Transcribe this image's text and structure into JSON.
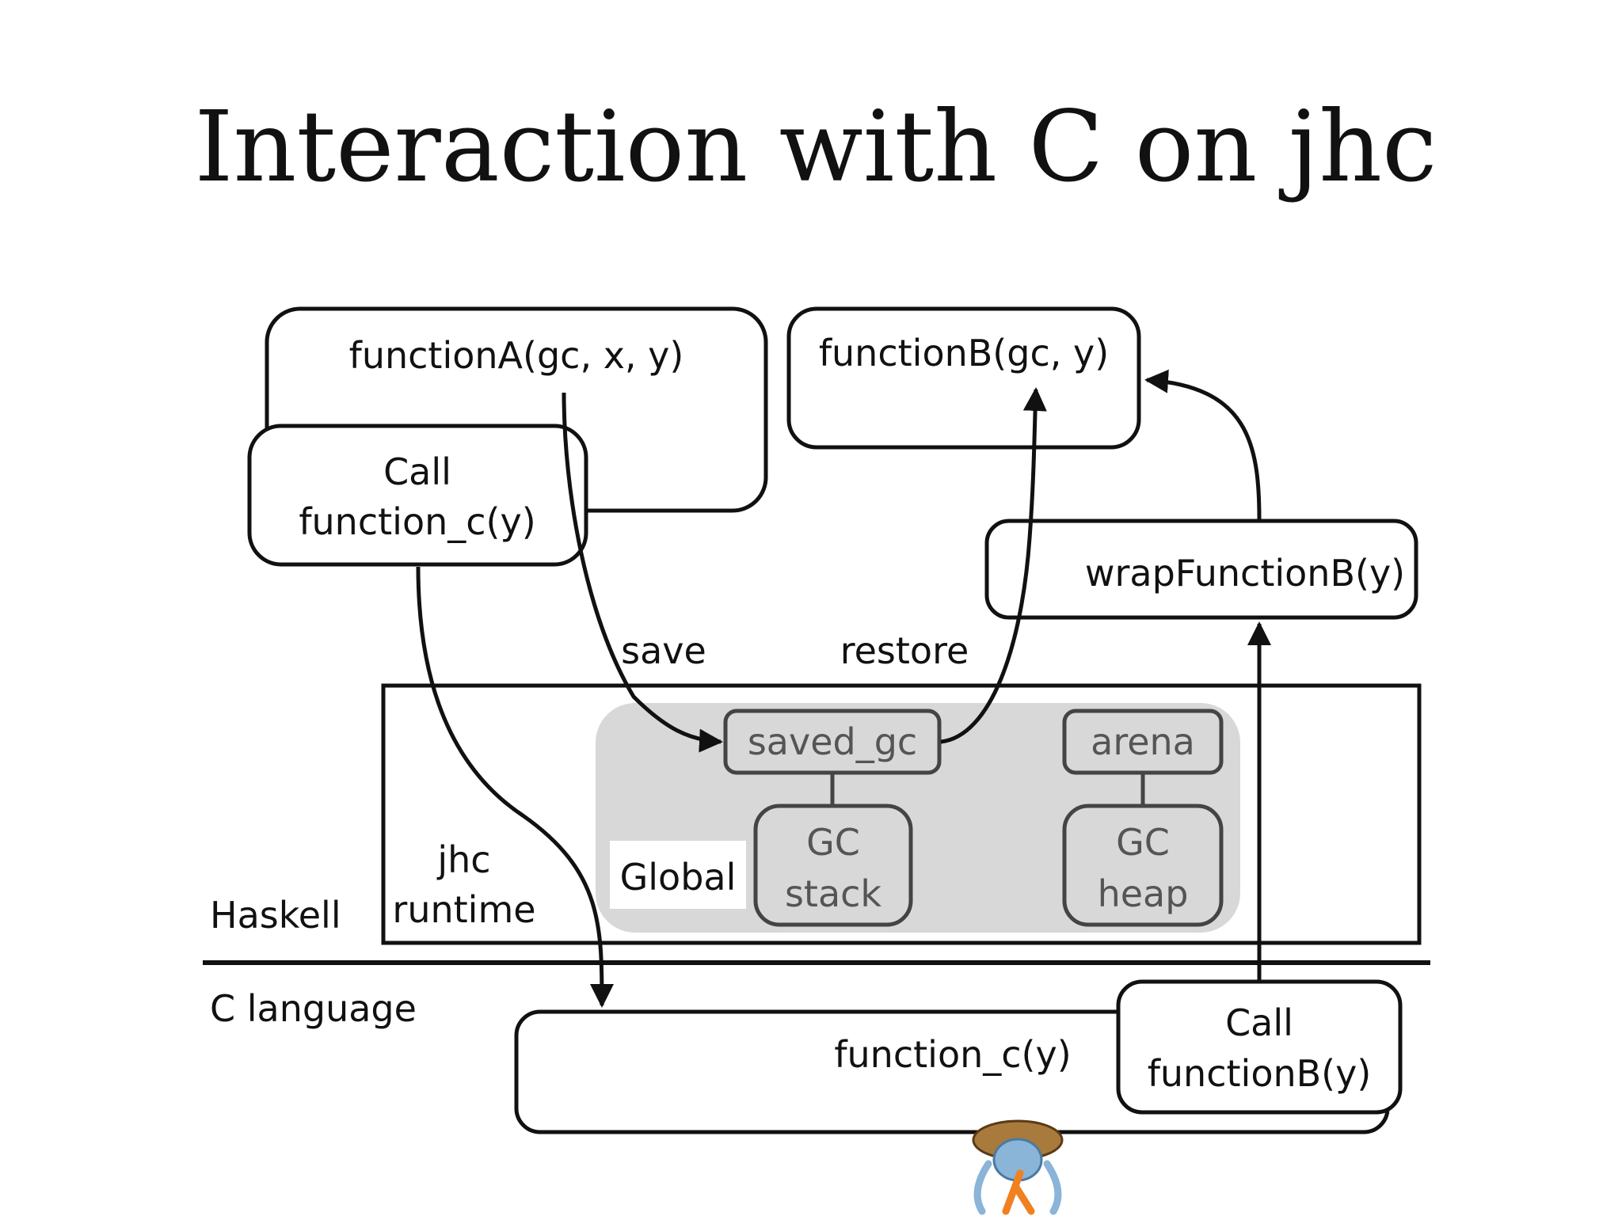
{
  "slide": {
    "title": "Interaction with C on jhc"
  },
  "diagram": {
    "function_a": "functionA(gc, x, y)",
    "function_b": "functionB(gc, y)",
    "call_c_line1": "Call",
    "call_c_line2": "function_c(y)",
    "wrap_function_b": "wrapFunctionB(y)",
    "save": "save",
    "restore": "restore",
    "saved_gc": "saved_gc",
    "arena": "arena",
    "gc_stack_line1": "GC",
    "gc_stack_line2": "stack",
    "gc_heap_line1": "GC",
    "gc_heap_line2": "heap",
    "global": "Global",
    "jhc_runtime_line1": "jhc",
    "jhc_runtime_line2": "runtime",
    "haskell": "Haskell",
    "c_language": "C language",
    "function_c": "function_c(y)",
    "call_b_line1": "Call",
    "call_b_line2": "functionB(y)"
  },
  "colors": {
    "ink": "#111111",
    "global_area": "#d8d8d8",
    "grey_text": "#555555",
    "mascot_shell": "#a87a3c",
    "mascot_body": "#8ab4d8",
    "mascot_lambda": "#f08020"
  },
  "icons": {
    "mascot": "jhc-hermit-crab-lambda-icon"
  }
}
